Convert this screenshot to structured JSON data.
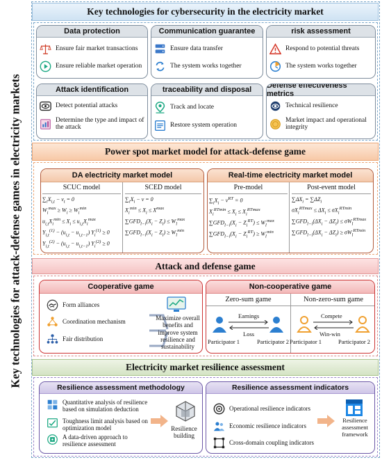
{
  "side_title": "Key technologies for attack-defense games in electricity markets",
  "sections": {
    "s1": "Key technologies for cybersecurity in the electricity market",
    "s2": "Power spot market model for attack-defense game",
    "s3": "Attack and defense game",
    "s4": "Electricity market resilience assessment"
  },
  "cards": [
    {
      "title": "Data protection",
      "items": [
        "Ensure fair market transactions",
        "Ensure reliable market operation"
      ]
    },
    {
      "title": "Communication guarantee",
      "items": [
        "Ensure data transfer",
        "The system works together"
      ]
    },
    {
      "title": "risk assessment",
      "items": [
        "Respond to potential threats",
        "The system works together"
      ]
    },
    {
      "title": "Attack identification",
      "items": [
        "Detect potential attacks",
        "Determine the type and impact of the attack"
      ]
    },
    {
      "title": "traceability and disposal",
      "items": [
        "Track and locate",
        "Restore system operation"
      ]
    },
    {
      "title": "Defense effectiveness metrics",
      "items": [
        "Technical resilience",
        "Market impact and operational integrity"
      ]
    }
  ],
  "da": {
    "title": "DA electricity market model",
    "scuc": "SCUC model",
    "sced": "SCED model"
  },
  "rt": {
    "title": "Real-time electricity market model",
    "pre": "Pre-model",
    "post": "Post-event model"
  },
  "coop": {
    "title": "Cooperative game",
    "items": [
      "Form alliances",
      "Coordination mechanism",
      "Fair distribution"
    ],
    "result": "Maximize overall benefits and improve system resilience and sustainability"
  },
  "noncoop": {
    "title": "Non-cooperative game",
    "zero": "Zero-sum game",
    "nonzero": "Non-zero-sum game",
    "earnings": "Earnings",
    "loss": "Loss",
    "compete": "Compete",
    "winwin": "Win-win",
    "p1": "Participator 1",
    "p2": "Participator 2"
  },
  "method": {
    "title": "Resilience assessment methodology",
    "items": [
      "Quantitative analysis of resilience based on simulation deduction",
      "Toughness limit analysis based on optimization model",
      "A data-driven approach to resilience assessment"
    ],
    "result": "Resilience building"
  },
  "indic": {
    "title": "Resilience assessment indicators",
    "items": [
      "Operational resilience indicators",
      "Economic resilience indicators",
      "Cross-domain coupling indicators"
    ],
    "result": "Resilience assessment framework"
  }
}
